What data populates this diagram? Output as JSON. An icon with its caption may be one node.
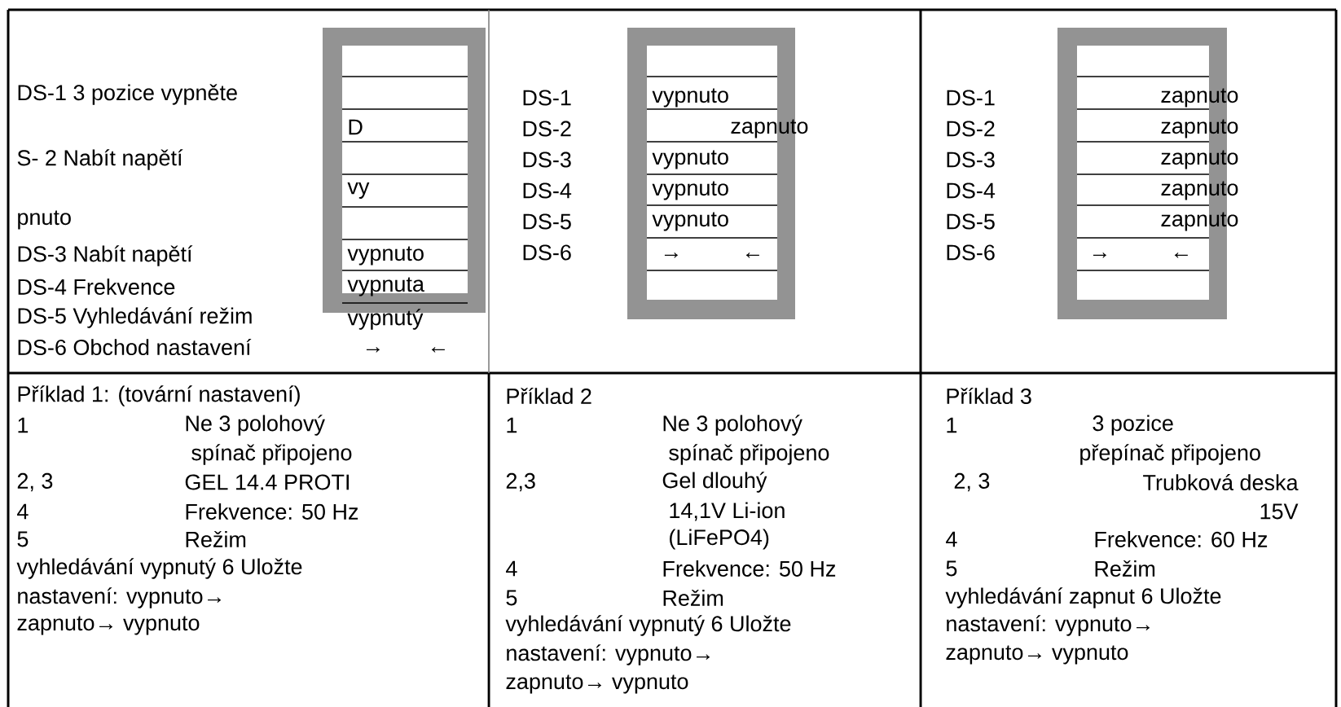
{
  "diagram": {
    "labels": [
      "DS-1 3 pozice vypněte",
      "D",
      "S- 2 Nabít napětí",
      "vy",
      "pnuto",
      "DS-3 Nabít napětí",
      "vypnuto",
      "DS-4 Frekvence",
      "vypnuta",
      "DS-5 Vyhledávání režim",
      "vypnutý",
      "DS-6 Obchod nastavení",
      "→",
      "←",
      "DS-1",
      "vypnuto",
      "DS-2",
      "zapnuto",
      "DS-3",
      "vypnuto",
      "DS-4",
      "vypnuto",
      "DS-5",
      "vypnuto",
      "DS-6",
      "→",
      "←",
      "DS-1",
      "zapnuto",
      "DS-2",
      "zapnuto",
      "DS-3",
      "zapnuto",
      "DS-4",
      "zapnuto",
      "DS-5",
      "zapnuto",
      "DS-6",
      "→",
      "←",
      "Příklad 1: (tovární nastavení)",
      "1",
      "Ne 3 polohový",
      "spínač připojeno",
      "2, 3",
      "GEL 14.4 PROTI",
      "4",
      "Frekvence: 50 Hz",
      "5",
      "Režim",
      "vyhledávání vypnutý 6 Uložte",
      "nastavení: vypnuto→",
      "zapnuto→ vypnuto",
      "Příklad 2",
      "1",
      "Ne 3 polohový",
      "spínač připojeno",
      "2,3",
      "Gel dlouhý",
      "14,1V Li-ion",
      "(LiFePO4)",
      "4",
      "Frekvence: 50 Hz",
      "5",
      "Režim",
      "vyhledávání vypnutý 6 Uložte",
      "nastavení: vypnuto→",
      "zapnuto→ vypnuto",
      "Příklad 3",
      "1",
      "3 pozice",
      "přepínač připojeno",
      "2, 3",
      "Trubková deska",
      "15V",
      "4",
      "Frekvence: 60 Hz",
      "5",
      "Režim",
      "vyhledávání zapnut 6 Uložte",
      "nastavení: vypnuto→",
      "zapnuto→ vypnuto"
    ]
  }
}
